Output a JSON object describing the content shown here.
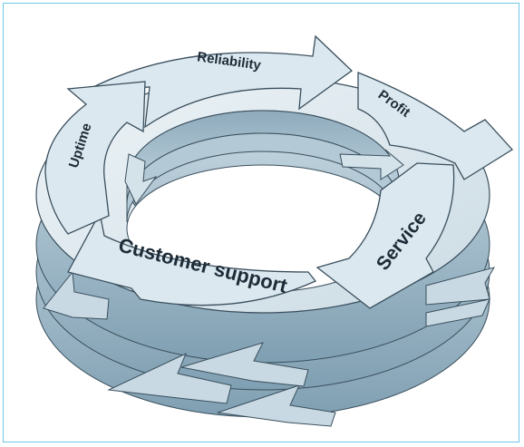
{
  "diagram": {
    "labels": {
      "reliability": "Reliability",
      "profit": "Profit",
      "uptime": "Uptime",
      "service": "Service",
      "customer_support": "Customer support"
    },
    "colors": {
      "frame": "#6fc7e8",
      "ring_top": "#dbe7ee",
      "ring_side": "#a9c4d3",
      "ring_dark": "#7e9fb2",
      "outline": "#3a4f5d",
      "text": "#1d2c38"
    }
  }
}
